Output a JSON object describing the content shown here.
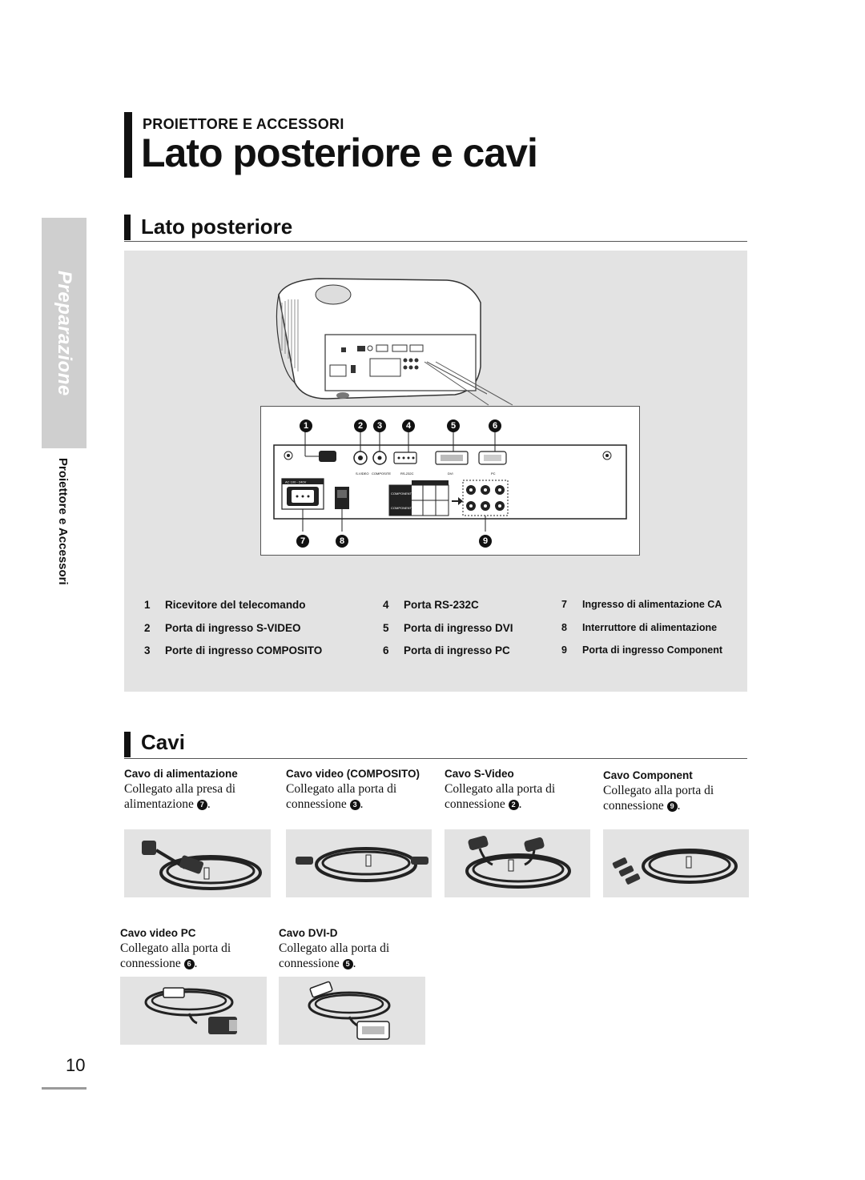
{
  "sidebar": {
    "tab_label": "Preparazione",
    "sub_label": "Proiettore e Accessori"
  },
  "header": {
    "kicker": "PROIETTORE E ACCESSORI",
    "title": "Lato posteriore e cavi"
  },
  "rear": {
    "heading": "Lato posteriore",
    "callout_numbers": [
      "1",
      "2",
      "3",
      "4",
      "5",
      "6",
      "7",
      "8",
      "9"
    ],
    "port_labels": {
      "svideo": "S-VIDEO",
      "composite": "COMPOSITE",
      "rs232c": "RS-232C",
      "dvi": "DVI",
      "pc": "PC",
      "ac": "AC 100 - 240V",
      "component1": "COMPONENT 1",
      "component2": "COMPONENT 2"
    },
    "legend": [
      {
        "num": "1",
        "label": "Ricevitore del telecomando"
      },
      {
        "num": "2",
        "label": "Porta di ingresso S-VIDEO"
      },
      {
        "num": "3",
        "label": "Porte di ingresso COMPOSITO"
      },
      {
        "num": "4",
        "label": "Porta RS-232C"
      },
      {
        "num": "5",
        "label": "Porta di ingresso DVI"
      },
      {
        "num": "6",
        "label": "Porta di ingresso PC"
      },
      {
        "num": "7",
        "label": "Ingresso di alimentazione CA"
      },
      {
        "num": "8",
        "label": "Interruttore di alimentazione"
      },
      {
        "num": "9",
        "label": "Porta di ingresso Component"
      }
    ]
  },
  "cables": {
    "heading": "Cavi",
    "items": [
      {
        "title": "Cavo di alimentazione",
        "desc_line1": "Collegato alla presa di",
        "desc_line2": "alimentazione",
        "ref": "7"
      },
      {
        "title": "Cavo video (COMPOSITO)",
        "desc_line1": "Collegato alla porta di",
        "desc_line2": "connessione",
        "ref": "3"
      },
      {
        "title": "Cavo S-Video",
        "desc_line1": "Collegato alla porta di",
        "desc_line2": "connessione",
        "ref": "2"
      },
      {
        "title": "Cavo Component",
        "desc_line1": "Collegato alla porta di",
        "desc_line2": "connessione",
        "ref": "9"
      },
      {
        "title": "Cavo video PC",
        "desc_line1": "Collegato alla porta di",
        "desc_line2": "connessione",
        "ref": "6"
      },
      {
        "title": "Cavo DVI-D",
        "desc_line1": "Collegato alla porta di",
        "desc_line2": "connessione",
        "ref": "5"
      }
    ]
  },
  "page_number": "10"
}
